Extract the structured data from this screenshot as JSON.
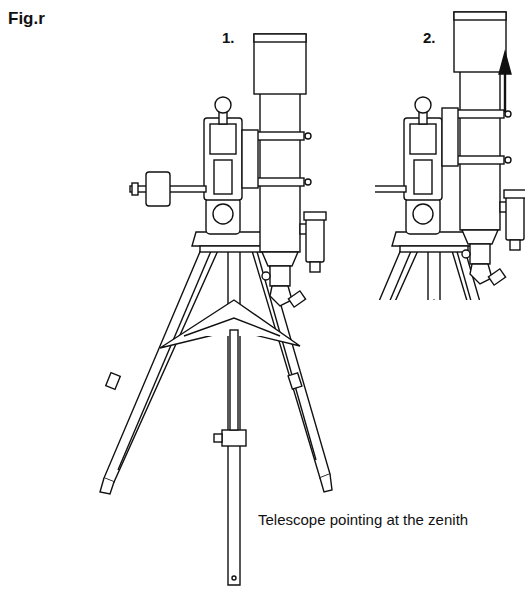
{
  "diagram": {
    "labels": [
      "Fig.r",
      "1.",
      "2.",
      "Telescope pointing at the zenith"
    ]
  }
}
